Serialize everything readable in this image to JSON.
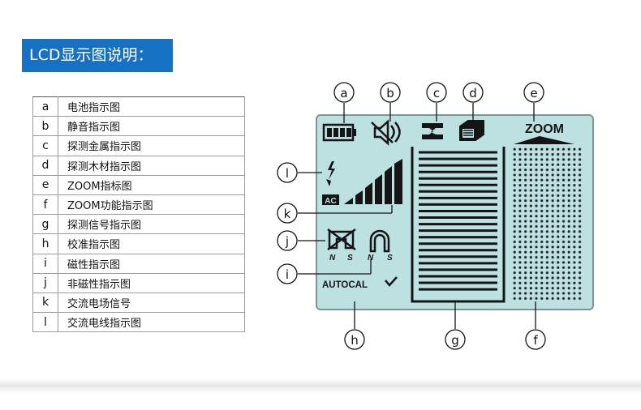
{
  "header": {
    "title": "LCD显示图说明："
  },
  "legend": [
    {
      "key": "a",
      "label": "电池指示图"
    },
    {
      "key": "b",
      "label": "静音指示图"
    },
    {
      "key": "c",
      "label": "探测金属指示图"
    },
    {
      "key": "d",
      "label": "探测木材指示图"
    },
    {
      "key": "e",
      "label": "ZOOM指标图"
    },
    {
      "key": "f",
      "label": "ZOOM功能指示图"
    },
    {
      "key": "g",
      "label": "探测信号指示图"
    },
    {
      "key": "h",
      "label": "校准指示图"
    },
    {
      "key": "i",
      "label": "磁性指示图"
    },
    {
      "key": "j",
      "label": "非磁性指示图"
    },
    {
      "key": "k",
      "label": "交流电场信号"
    },
    {
      "key": "l",
      "label": "交流电线指示图"
    }
  ],
  "lcd": {
    "zoom_text": "ZOOM",
    "ac_text": "AC",
    "autocal_text": "AUTOCAL",
    "magnet_n": "N",
    "magnet_s": "S",
    "callouts": {
      "a": "a",
      "b": "b",
      "c": "c",
      "d": "d",
      "e": "e",
      "f": "f",
      "g": "g",
      "h": "h",
      "i": "i",
      "j": "j",
      "k": "k",
      "l": "l"
    }
  },
  "colors": {
    "banner": "#1671c4",
    "lcd_bg": "#bde0e0",
    "lcd_border": "#7a9797",
    "segment": "#151515"
  }
}
